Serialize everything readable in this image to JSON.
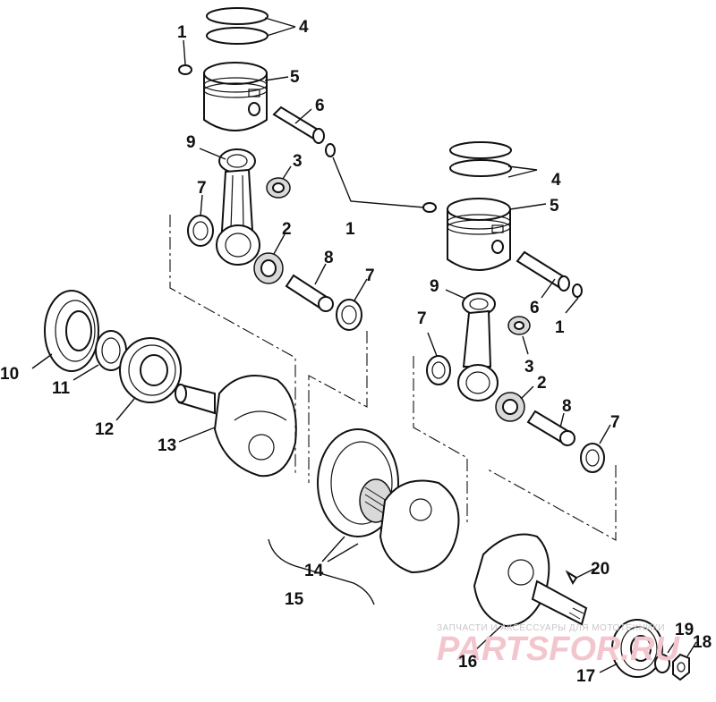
{
  "labels": {
    "l1a": "1",
    "l1b": "1",
    "l1c": "1",
    "l2a": "2",
    "l2b": "2",
    "l3a": "3",
    "l3b": "3",
    "l4a": "4",
    "l4b": "4",
    "l5a": "5",
    "l5b": "5",
    "l6a": "6",
    "l6b": "6",
    "l7a": "7",
    "l7b": "7",
    "l7c": "7",
    "l7d": "7",
    "l8a": "8",
    "l8b": "8",
    "l9a": "9",
    "l9b": "9",
    "l10": "10",
    "l11": "11",
    "l12": "12",
    "l13": "13",
    "l14": "14",
    "l15": "15",
    "l16": "16",
    "l17": "17",
    "l18": "18",
    "l19": "19",
    "l20": "20"
  },
  "watermark": {
    "tagline": "ЗАПЧАСТИ И АКСЕССУАРЫ ДЛЯ МОТОТЕХНИКИ",
    "brand": "PARTSFOR.RU"
  }
}
